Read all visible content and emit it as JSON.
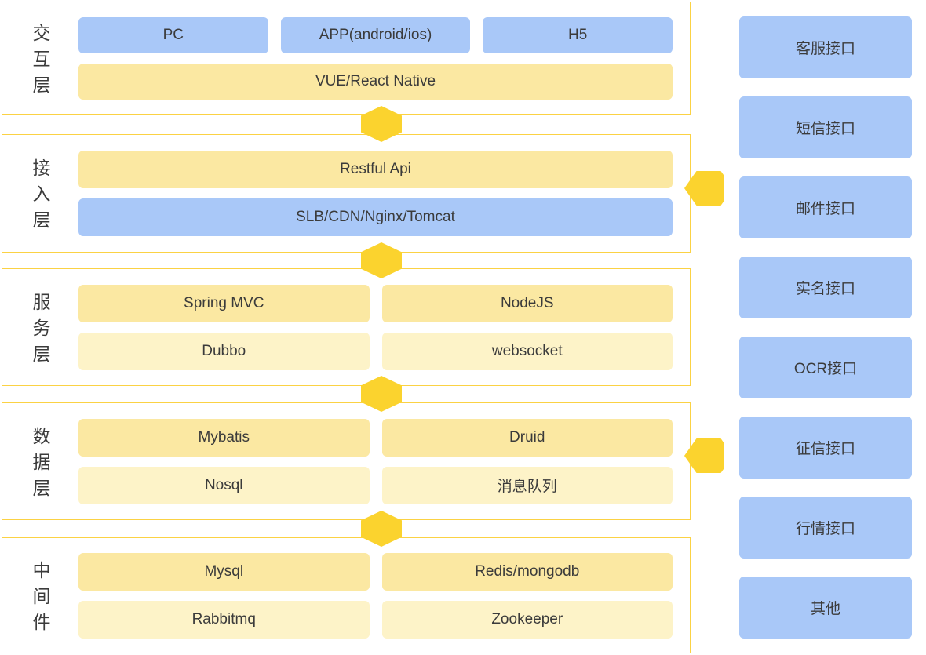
{
  "colors": {
    "node_blue": "#A9C8F8",
    "node_yellow_dark": "#FBE8A2",
    "node_yellow_light": "#FDF3C8",
    "connector_gold": "#FBD32E",
    "container_border": "#FBD244",
    "text": "#3B3B3B"
  },
  "layers": [
    {
      "label": "交互层",
      "rows": [
        {
          "cells": [
            {
              "text": "PC"
            },
            {
              "text": "APP(android/ios)"
            },
            {
              "text": "H5"
            }
          ]
        },
        {
          "cells": [
            {
              "text": "VUE/React Native"
            }
          ]
        }
      ]
    },
    {
      "label": "接入层",
      "rows": [
        {
          "cells": [
            {
              "text": "Restful Api"
            }
          ]
        },
        {
          "cells": [
            {
              "text": "SLB/CDN/Nginx/Tomcat"
            }
          ]
        }
      ]
    },
    {
      "label": "服务层",
      "rows": [
        {
          "cells": [
            {
              "text": "Spring MVC"
            },
            {
              "text": "NodeJS"
            }
          ]
        },
        {
          "cells": [
            {
              "text": "Dubbo"
            },
            {
              "text": "websocket"
            }
          ]
        }
      ]
    },
    {
      "label": "数据层",
      "rows": [
        {
          "cells": [
            {
              "text": "Mybatis"
            },
            {
              "text": "Druid"
            }
          ]
        },
        {
          "cells": [
            {
              "text": "Nosql"
            },
            {
              "text": "消息队列"
            }
          ]
        }
      ]
    },
    {
      "label": "中间件",
      "rows": [
        {
          "cells": [
            {
              "text": "Mysql"
            },
            {
              "text": "Redis/mongodb"
            }
          ]
        },
        {
          "cells": [
            {
              "text": "Rabbitmq"
            },
            {
              "text": "Zookeeper"
            }
          ]
        }
      ]
    }
  ],
  "interfaces": [
    "客服接口",
    "短信接口",
    "邮件接口",
    "实名接口",
    "OCR接口",
    "征信接口",
    "行情接口",
    "其他"
  ]
}
